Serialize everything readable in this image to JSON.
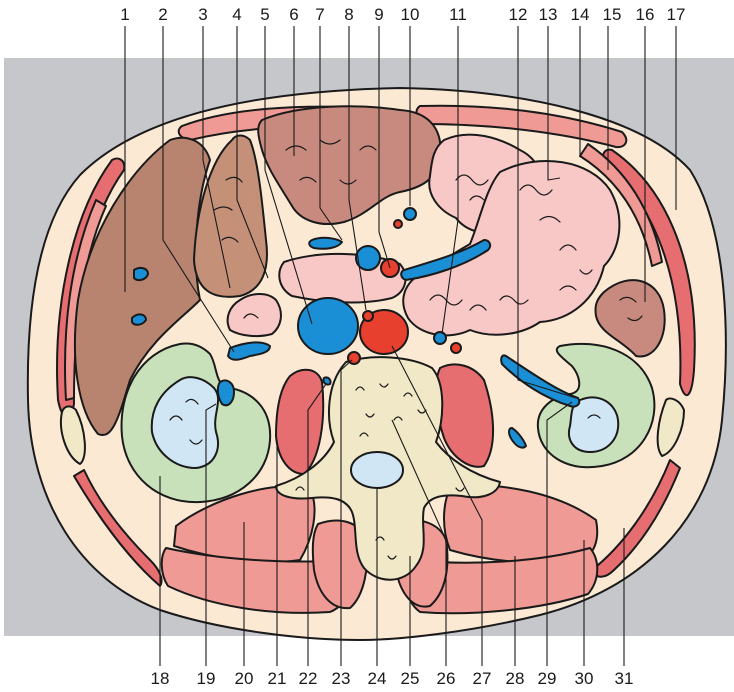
{
  "figure": {
    "colors": {
      "background_panel": "#c6c7ca",
      "body_fill": "#fbe9d4",
      "muscle": "#ef9a94",
      "muscle_dark": "#e66d70",
      "liver": "#b9846f",
      "bowel": "#f7c8c6",
      "kidney": "#c8e1ba",
      "vein": "#1b8fd6",
      "artery": "#e8402e",
      "bone": "#f1e8c8",
      "spinal_canal": "#d0e6f4"
    },
    "labels_top": [
      "1",
      "2",
      "3",
      "4",
      "5",
      "6",
      "7",
      "8",
      "9",
      "10",
      "11",
      "12",
      "13",
      "14",
      "15",
      "16",
      "17"
    ],
    "labels_bottom": [
      "18",
      "19",
      "20",
      "21",
      "22",
      "23",
      "24",
      "25",
      "26",
      "27",
      "28",
      "29",
      "30",
      "31"
    ]
  }
}
